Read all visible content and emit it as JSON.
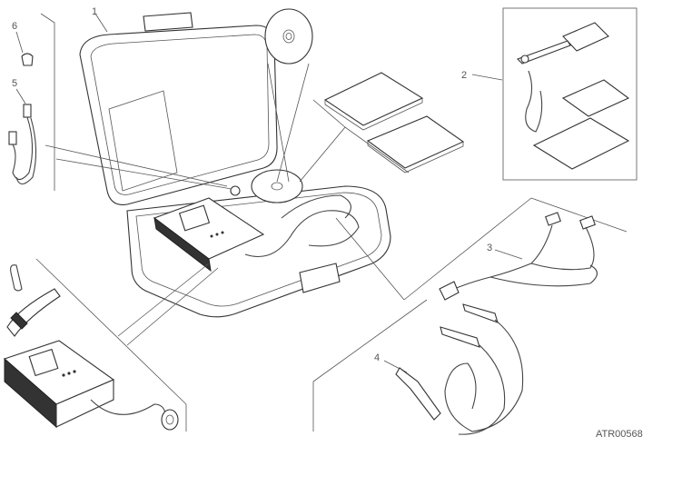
{
  "callouts": [
    {
      "id": "1",
      "label": "1"
    },
    {
      "id": "2",
      "label": "2"
    },
    {
      "id": "3",
      "label": "3"
    },
    {
      "id": "4",
      "label": "4"
    },
    {
      "id": "5",
      "label": "5"
    },
    {
      "id": "6",
      "label": "6"
    }
  ],
  "drawing_code": "ATR00568"
}
